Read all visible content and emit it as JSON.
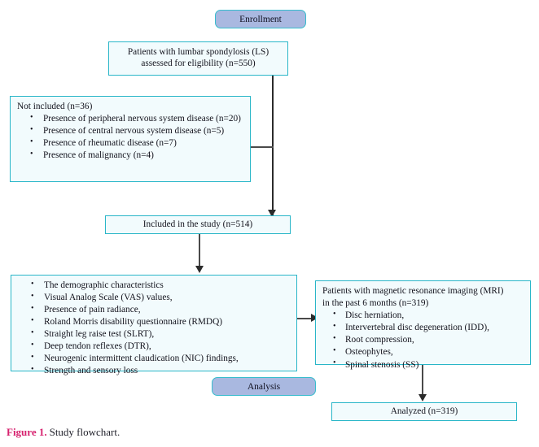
{
  "figure": {
    "label": "Figure 1.",
    "caption": "Study flowchart."
  },
  "stages": {
    "enrollment": "Enrollment",
    "analysis": "Analysis"
  },
  "nodes": {
    "eligibility": {
      "line1": "Patients with lumbar spondylosis (LS)",
      "line2": "assessed for eligibility (n=550)"
    },
    "not_included": {
      "lead": "Not included (n=36)",
      "items": [
        "Presence of peripheral nervous system disease (n=20)",
        "Presence of central nervous system disease (n=5)",
        "Presence of rheumatic disease (n=7)",
        "Presence of malignancy (n=4)"
      ]
    },
    "included": {
      "text": "Included in the study (n=514)"
    },
    "assessments": {
      "items": [
        "The demographic characteristics",
        "Visual Analog Scale (VAS) values,",
        "Presence of pain radiance,",
        "Roland Morris disability questionnaire (RMDQ)",
        "Straight leg raise test (SLRT),",
        "Deep tendon reflexes (DTR),",
        "Neurogenic intermittent claudication (NIC) findings,",
        "Strength and sensory loss"
      ]
    },
    "mri": {
      "lead1": "Patients with magnetic resonance imaging (MRI)",
      "lead2": "in the past 6 months (n=319)",
      "items": [
        "Disc herniation,",
        "Intervertebral disc degeneration (IDD),",
        "Root compression,",
        "Osteophytes,",
        "Spinal stenosis (SS)"
      ]
    },
    "analyzed": {
      "text": "Analyzed (n=319)"
    }
  },
  "colors": {
    "box_border": "#29b6c8",
    "box_fill": "#f2fbfd",
    "pill_fill": "#a9b8e0",
    "pill_border": "#37bccd",
    "connector": "#2b2b2b",
    "figure_label": "#d6216e"
  }
}
